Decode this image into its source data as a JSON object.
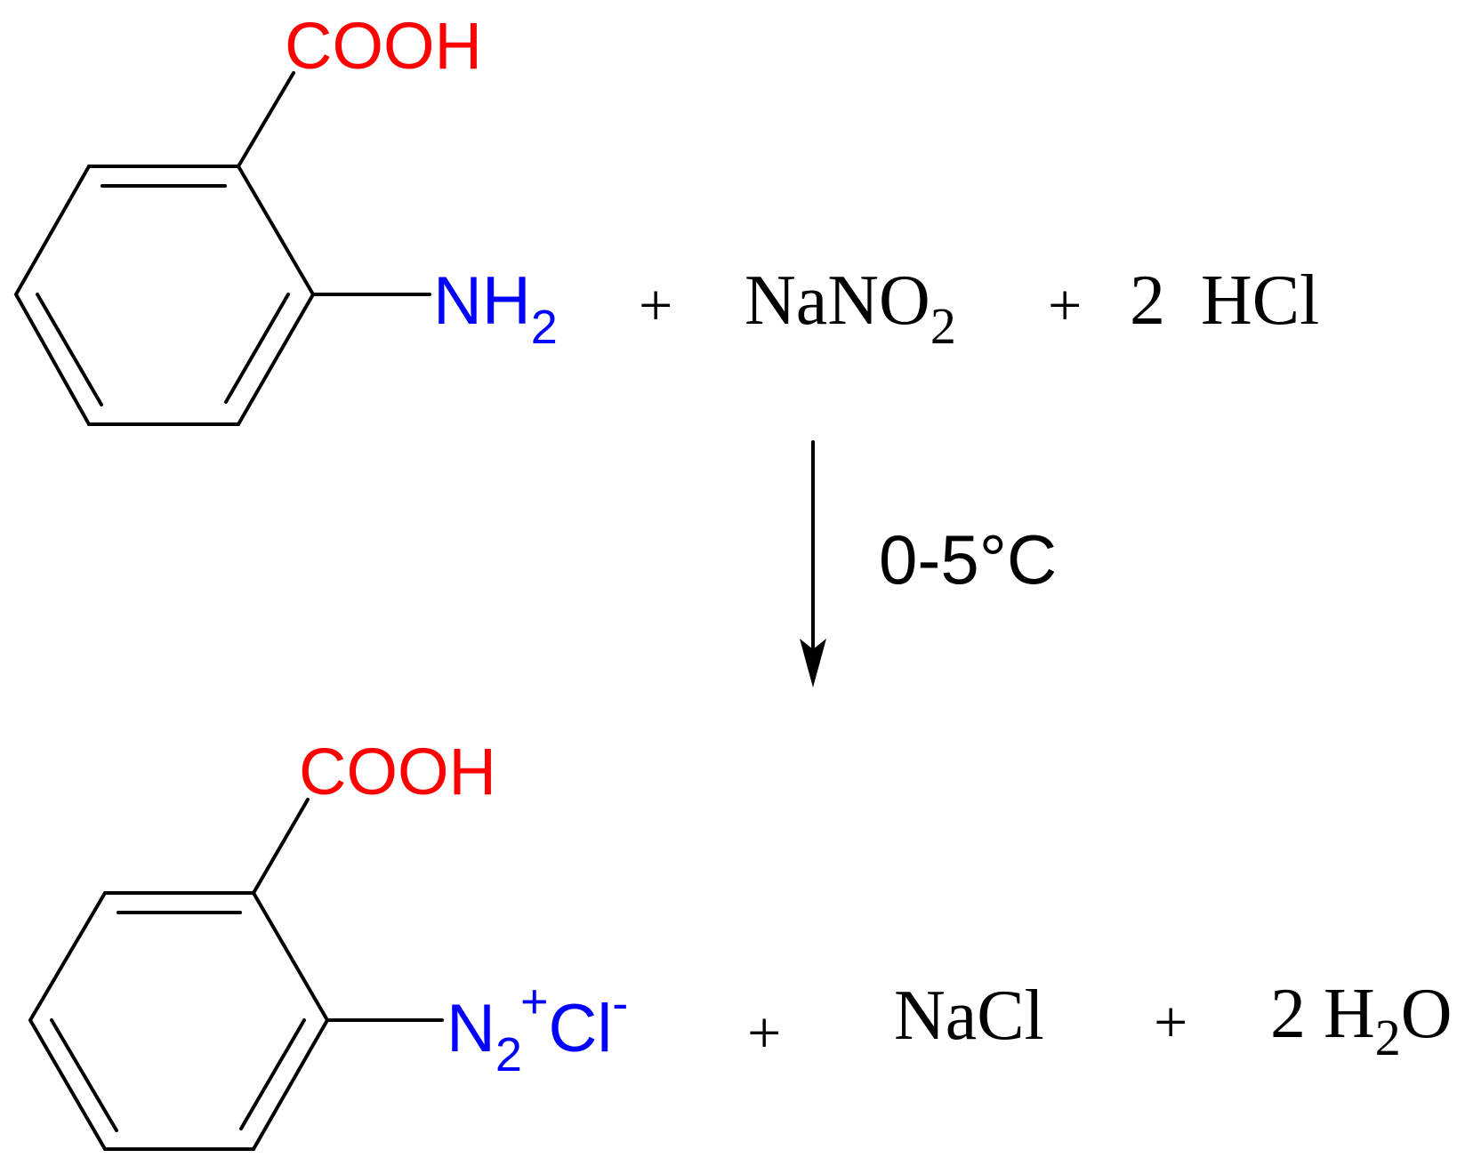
{
  "colors": {
    "acid": "#ff0000",
    "nitrogen": "#0000ff",
    "ink": "#000000",
    "background": "#ffffff"
  },
  "reactants": {
    "molecule": {
      "name": "anthranilic acid",
      "top_group": "COOH",
      "side_group_main": "NH",
      "side_group_sub": "2"
    },
    "plus_1": "+",
    "reagent_1_main": "NaNO",
    "reagent_1_sub": "2",
    "plus_2": "+",
    "reagent_2": "2  HCl"
  },
  "conditions": {
    "label": "0-5°C",
    "arrow": "down-arrow"
  },
  "products": {
    "molecule": {
      "name": "benzenediazonium-2-carboxylic acid chloride",
      "top_group": "COOH",
      "side_group_main": "N",
      "side_group_sub": "2",
      "side_group_sup": "+",
      "counter_ion": "Cl",
      "counter_ion_sup": "-"
    },
    "plus_1": "+",
    "byproduct_1": "NaCl",
    "plus_2": "+",
    "byproduct_2_coef": "2 H",
    "byproduct_2_sub": "2",
    "byproduct_2_tail": "O"
  }
}
